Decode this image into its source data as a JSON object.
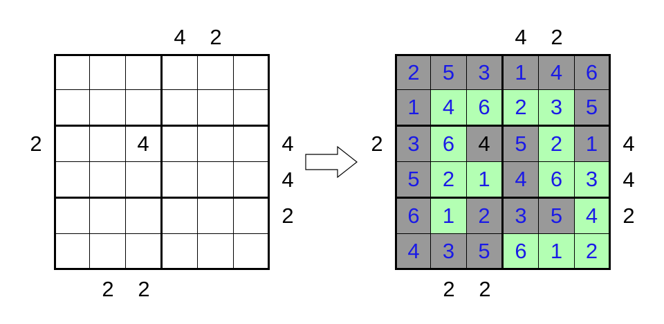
{
  "colors": {
    "shaded": "#999999",
    "light": "#b3ffb3",
    "empty": "#ffffff",
    "given": "#000000",
    "solution": "#1a1ae6"
  },
  "puzzle": {
    "givens": [
      [
        "",
        "",
        "",
        "",
        "",
        ""
      ],
      [
        "",
        "",
        "",
        "",
        "",
        ""
      ],
      [
        "",
        "",
        "4",
        "",
        "",
        ""
      ],
      [
        "",
        "",
        "",
        "",
        "",
        ""
      ],
      [
        "",
        "",
        "",
        "",
        "",
        ""
      ],
      [
        "",
        "",
        "",
        "",
        "",
        ""
      ]
    ],
    "clues": {
      "top": [
        "",
        "",
        "",
        "4",
        "2",
        ""
      ],
      "bottom": [
        "",
        "2",
        "2",
        "",
        "",
        ""
      ],
      "left": [
        "",
        "",
        "2",
        "",
        "",
        ""
      ],
      "right": [
        "",
        "",
        "4",
        "4",
        "2",
        ""
      ]
    }
  },
  "solution": {
    "values": [
      [
        "2",
        "5",
        "3",
        "1",
        "4",
        "6"
      ],
      [
        "1",
        "4",
        "6",
        "2",
        "3",
        "5"
      ],
      [
        "3",
        "6",
        "4",
        "5",
        "2",
        "1"
      ],
      [
        "5",
        "2",
        "1",
        "4",
        "6",
        "3"
      ],
      [
        "6",
        "1",
        "2",
        "3",
        "5",
        "4"
      ],
      [
        "4",
        "3",
        "5",
        "6",
        "1",
        "2"
      ]
    ],
    "shading": [
      [
        "S",
        "S",
        "S",
        "S",
        "S",
        "S"
      ],
      [
        "S",
        "L",
        "L",
        "L",
        "L",
        "S"
      ],
      [
        "S",
        "L",
        "S",
        "S",
        "L",
        "S"
      ],
      [
        "S",
        "L",
        "L",
        "S",
        "L",
        "L"
      ],
      [
        "S",
        "L",
        "S",
        "S",
        "S",
        "L"
      ],
      [
        "S",
        "S",
        "S",
        "L",
        "L",
        "L"
      ]
    ],
    "given_mask": [
      [
        0,
        0,
        0,
        0,
        0,
        0
      ],
      [
        0,
        0,
        0,
        0,
        0,
        0
      ],
      [
        0,
        0,
        1,
        0,
        0,
        0
      ],
      [
        0,
        0,
        0,
        0,
        0,
        0
      ],
      [
        0,
        0,
        0,
        0,
        0,
        0
      ],
      [
        0,
        0,
        0,
        0,
        0,
        0
      ]
    ],
    "clues": {
      "top": [
        "",
        "",
        "",
        "4",
        "2",
        ""
      ],
      "bottom": [
        "",
        "2",
        "2",
        "",
        "",
        ""
      ],
      "left": [
        "",
        "",
        "2",
        "",
        "",
        ""
      ],
      "right": [
        "",
        "",
        "4",
        "4",
        "2",
        ""
      ]
    }
  }
}
